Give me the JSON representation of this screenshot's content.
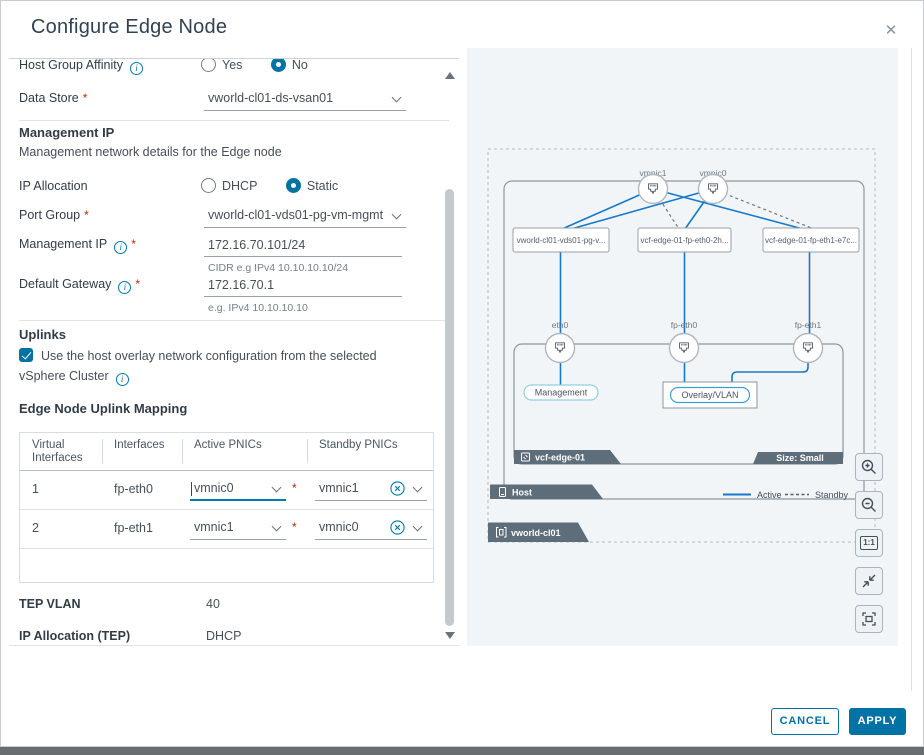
{
  "dialog": {
    "title": "Configure Edge Node",
    "close_icon": "✕"
  },
  "form": {
    "host_group_affinity": {
      "label": "Host Group Affinity",
      "options": [
        "Yes",
        "No"
      ],
      "selected": "No"
    },
    "data_store": {
      "label": "Data Store",
      "value": "vworld-cl01-ds-vsan01"
    },
    "management_ip_section": {
      "title": "Management IP",
      "subtitle": "Management network details for the Edge node"
    },
    "ip_allocation": {
      "label": "IP Allocation",
      "options": [
        "DHCP",
        "Static"
      ],
      "selected": "Static"
    },
    "port_group": {
      "label": "Port Group",
      "value": "vworld-cl01-vds01-pg-vm-mgmt"
    },
    "management_ip": {
      "label": "Management IP",
      "value": "172.16.70.101/24",
      "hint": "CIDR e.g IPv4 10.10.10.10/24"
    },
    "default_gateway": {
      "label": "Default Gateway",
      "value": "172.16.70.1",
      "hint": "e.g. IPv4 10.10.10.10"
    },
    "uplinks_section": {
      "title": "Uplinks",
      "checkbox_label": "Use the host overlay network configuration from the selected vSphere Cluster",
      "checked": true
    },
    "uplink_mapping": {
      "title": "Edge Node Uplink Mapping",
      "columns": [
        "Virtual Interfaces",
        "Interfaces",
        "Active PNICs",
        "Standby PNICs"
      ],
      "rows": [
        {
          "virtual_interface": "1",
          "interface": "fp-eth0",
          "active_pnic": "vmnic0",
          "standby_pnic": "vmnic1"
        },
        {
          "virtual_interface": "2",
          "interface": "fp-eth1",
          "active_pnic": "vmnic1",
          "standby_pnic": "vmnic0"
        }
      ]
    },
    "tep_vlan": {
      "label": "TEP VLAN",
      "value": "40"
    },
    "ip_allocation_tep": {
      "label": "IP Allocation (TEP)",
      "value": "DHCP"
    }
  },
  "diagram": {
    "vmnic_left": "vmnic1",
    "vmnic_right": "vmnic0",
    "port_group_1": "vworld-cl01-vds01-pg-v...",
    "port_group_2": "vcf-edge-01-fp-eth0-2h...",
    "port_group_3": "vcf-edge-01-fp-eth1-e7c...",
    "iface_1": "eth0",
    "iface_2": "fp-eth0",
    "iface_3": "fp-eth1",
    "management_label": "Management",
    "overlay_label": "Overlay/VLAN",
    "edge_node_label": "vcf-edge-01",
    "size_label": "Size: Small",
    "host_label": "Host",
    "cluster_label": "vworld-cl01",
    "legend": {
      "active": "Active",
      "standby": "Standby"
    },
    "zoom_tools": {
      "one_to_one": "1:1"
    },
    "colors": {
      "active_line": "#1779c9",
      "standby_line": "#6e7a84",
      "tab_bg": "#5d6d79",
      "panel_bg": "#f1f5f8",
      "accent": "#0072a3"
    }
  },
  "footer": {
    "cancel_label": "CANCEL",
    "apply_label": "APPLY"
  }
}
